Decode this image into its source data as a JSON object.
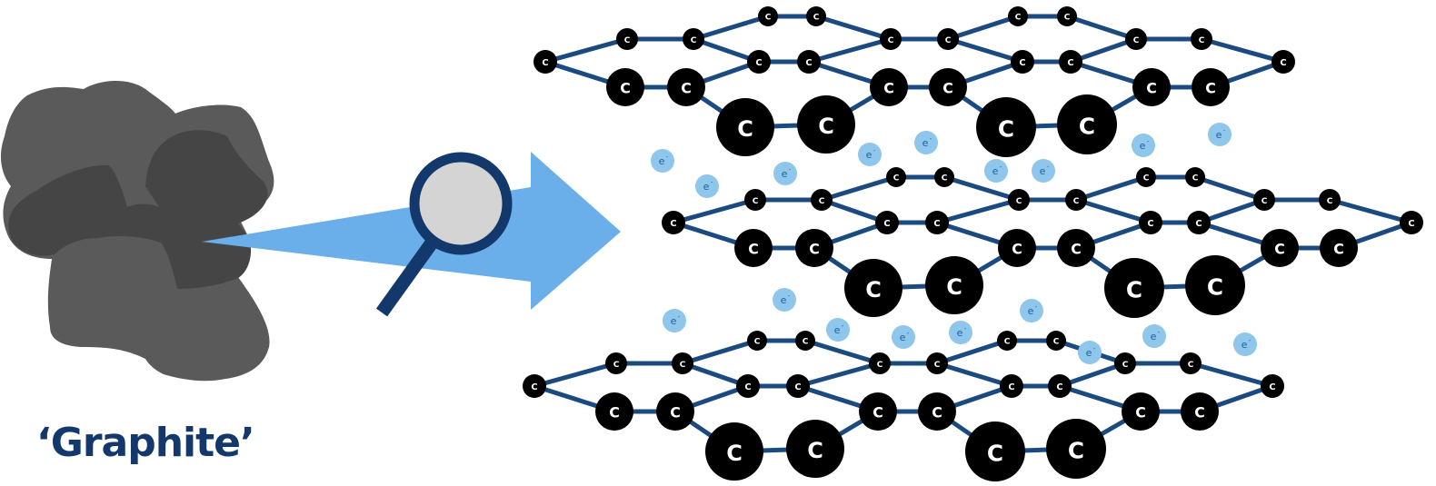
{
  "caption": "‘Graphite’",
  "atom_symbol": "C",
  "electron_symbol": "e",
  "electron_superscript": "-",
  "colors": {
    "rock_light": "#5a5a5a",
    "rock_dark": "#444444",
    "arrow": "#6aaeea",
    "magnifier_ring": "#12386c",
    "magnifier_glass": "#d4d4d4",
    "bond": "#1a4a80",
    "atom": "#000000",
    "atom_text": "#ffffff",
    "electron": "#8ec6ec",
    "electron_text": "#1e5f9e",
    "caption": "#12386c"
  },
  "icons": [
    "graphite-rock-icon",
    "magnifier-icon",
    "arrow-icon"
  ]
}
